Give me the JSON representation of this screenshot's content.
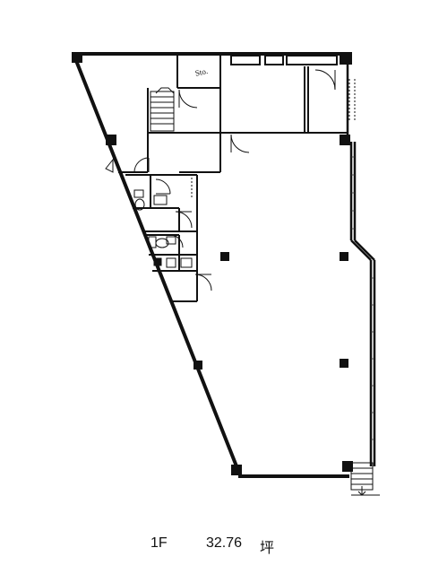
{
  "caption": {
    "floor_label": "1F",
    "area_value": "32.76",
    "area_unit": "坪"
  },
  "plan": {
    "storage_label": "Sto."
  }
}
